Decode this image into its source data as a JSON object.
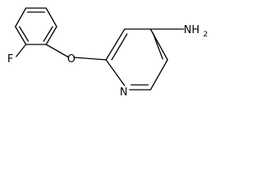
{
  "structure": {
    "atoms": {
      "fluorine": "F",
      "ether_oxygen": "O",
      "ring_nitrogen": "N",
      "amine": "NH",
      "amine_subscript": "2"
    }
  }
}
